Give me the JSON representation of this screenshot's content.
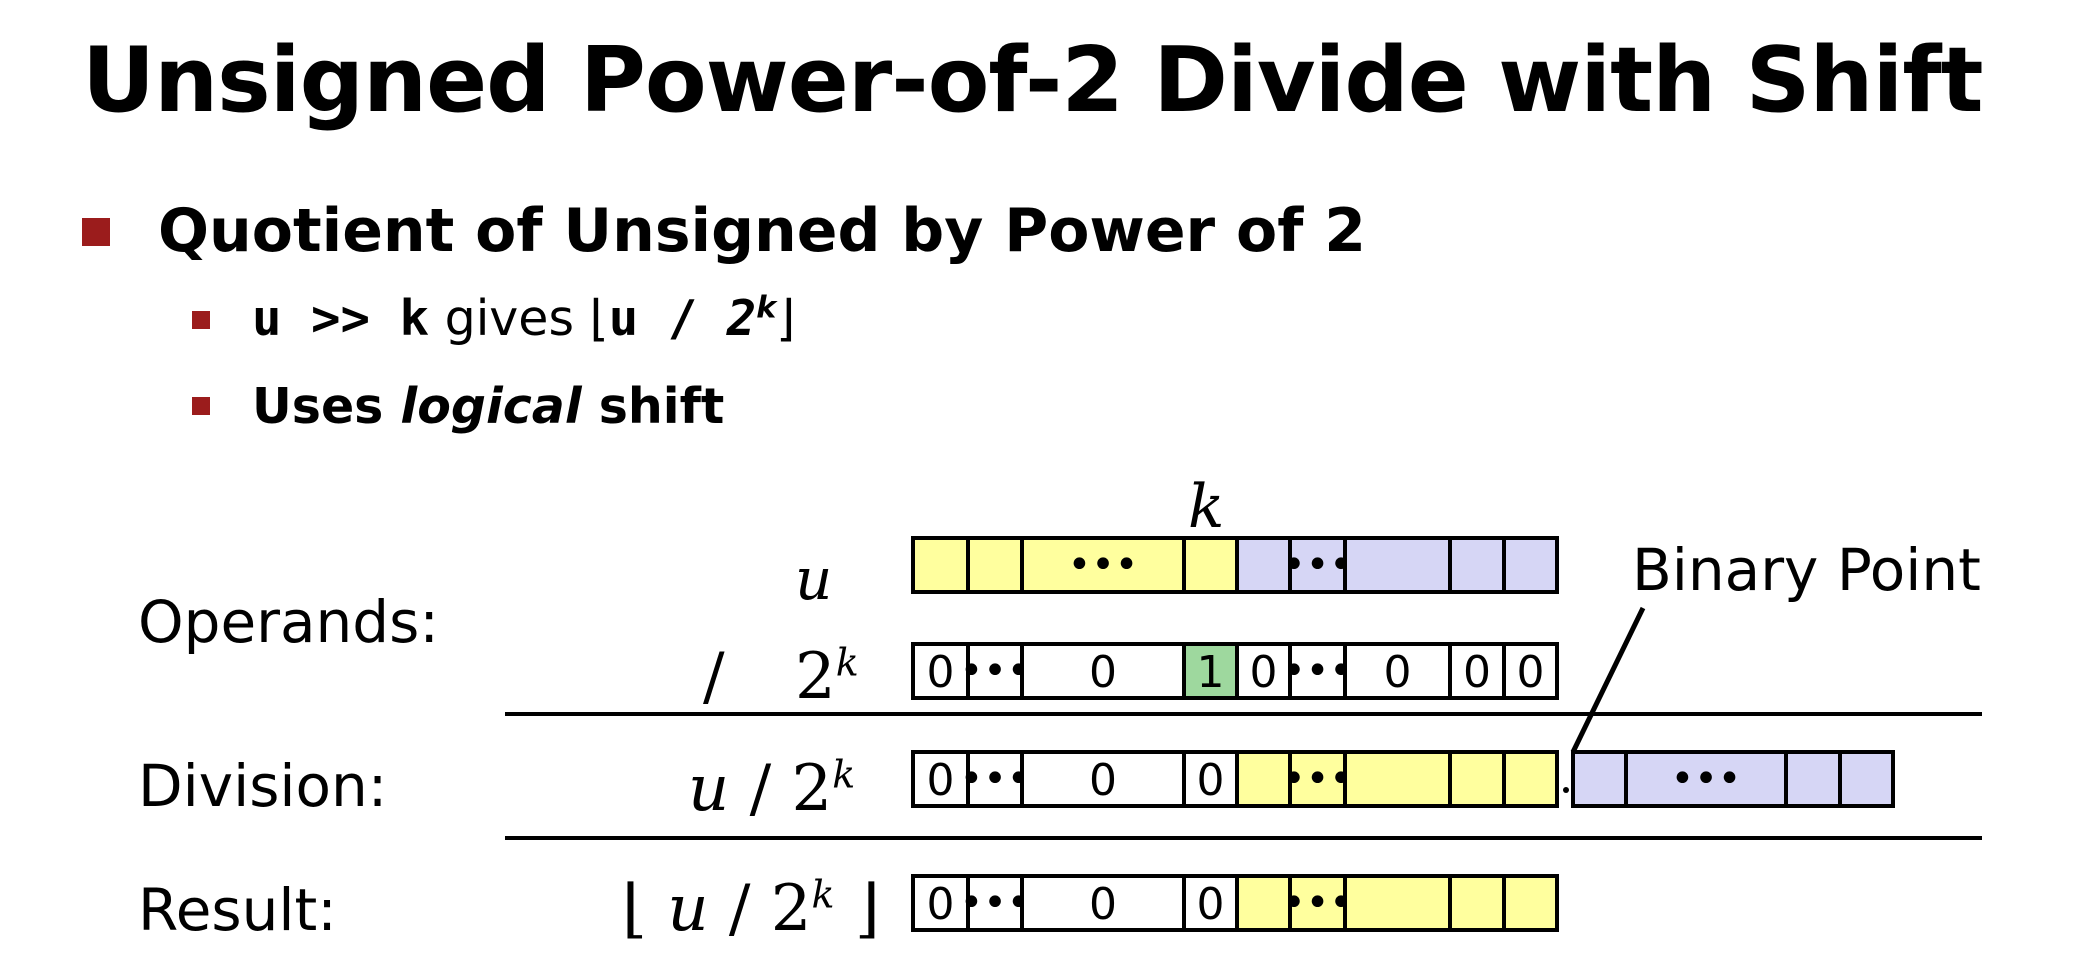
{
  "title": "Unsigned Power-of-2 Divide with Shift",
  "bullet1": "Quotient of Unsigned by Power of 2",
  "bullet2": {
    "expr": "u >> k",
    "word": "gives",
    "floor_open": "⌊",
    "floor_expr": "u / ",
    "base": "2",
    "exp": "k",
    "floor_close": "⌋"
  },
  "bullet3": {
    "pre": "Uses ",
    "em": "logical",
    "post": " shift"
  },
  "diagram": {
    "k_label": "k",
    "binary_point_label": "Binary Point",
    "row_labels": {
      "operands": "Operands:",
      "division": "Division:",
      "result": "Result:"
    },
    "math": {
      "u": "u",
      "slash": "/",
      "two_k_base": "2",
      "two_k_exp": "k",
      "div_expr": "u / 2",
      "floor_open": "⌊",
      "floor_close": "⌋"
    },
    "dots": "•••",
    "colors": {
      "yellow": "#ffff9e",
      "lavender": "#d6d6f5",
      "green": "#9ed89e",
      "white": "#ffffff"
    }
  }
}
